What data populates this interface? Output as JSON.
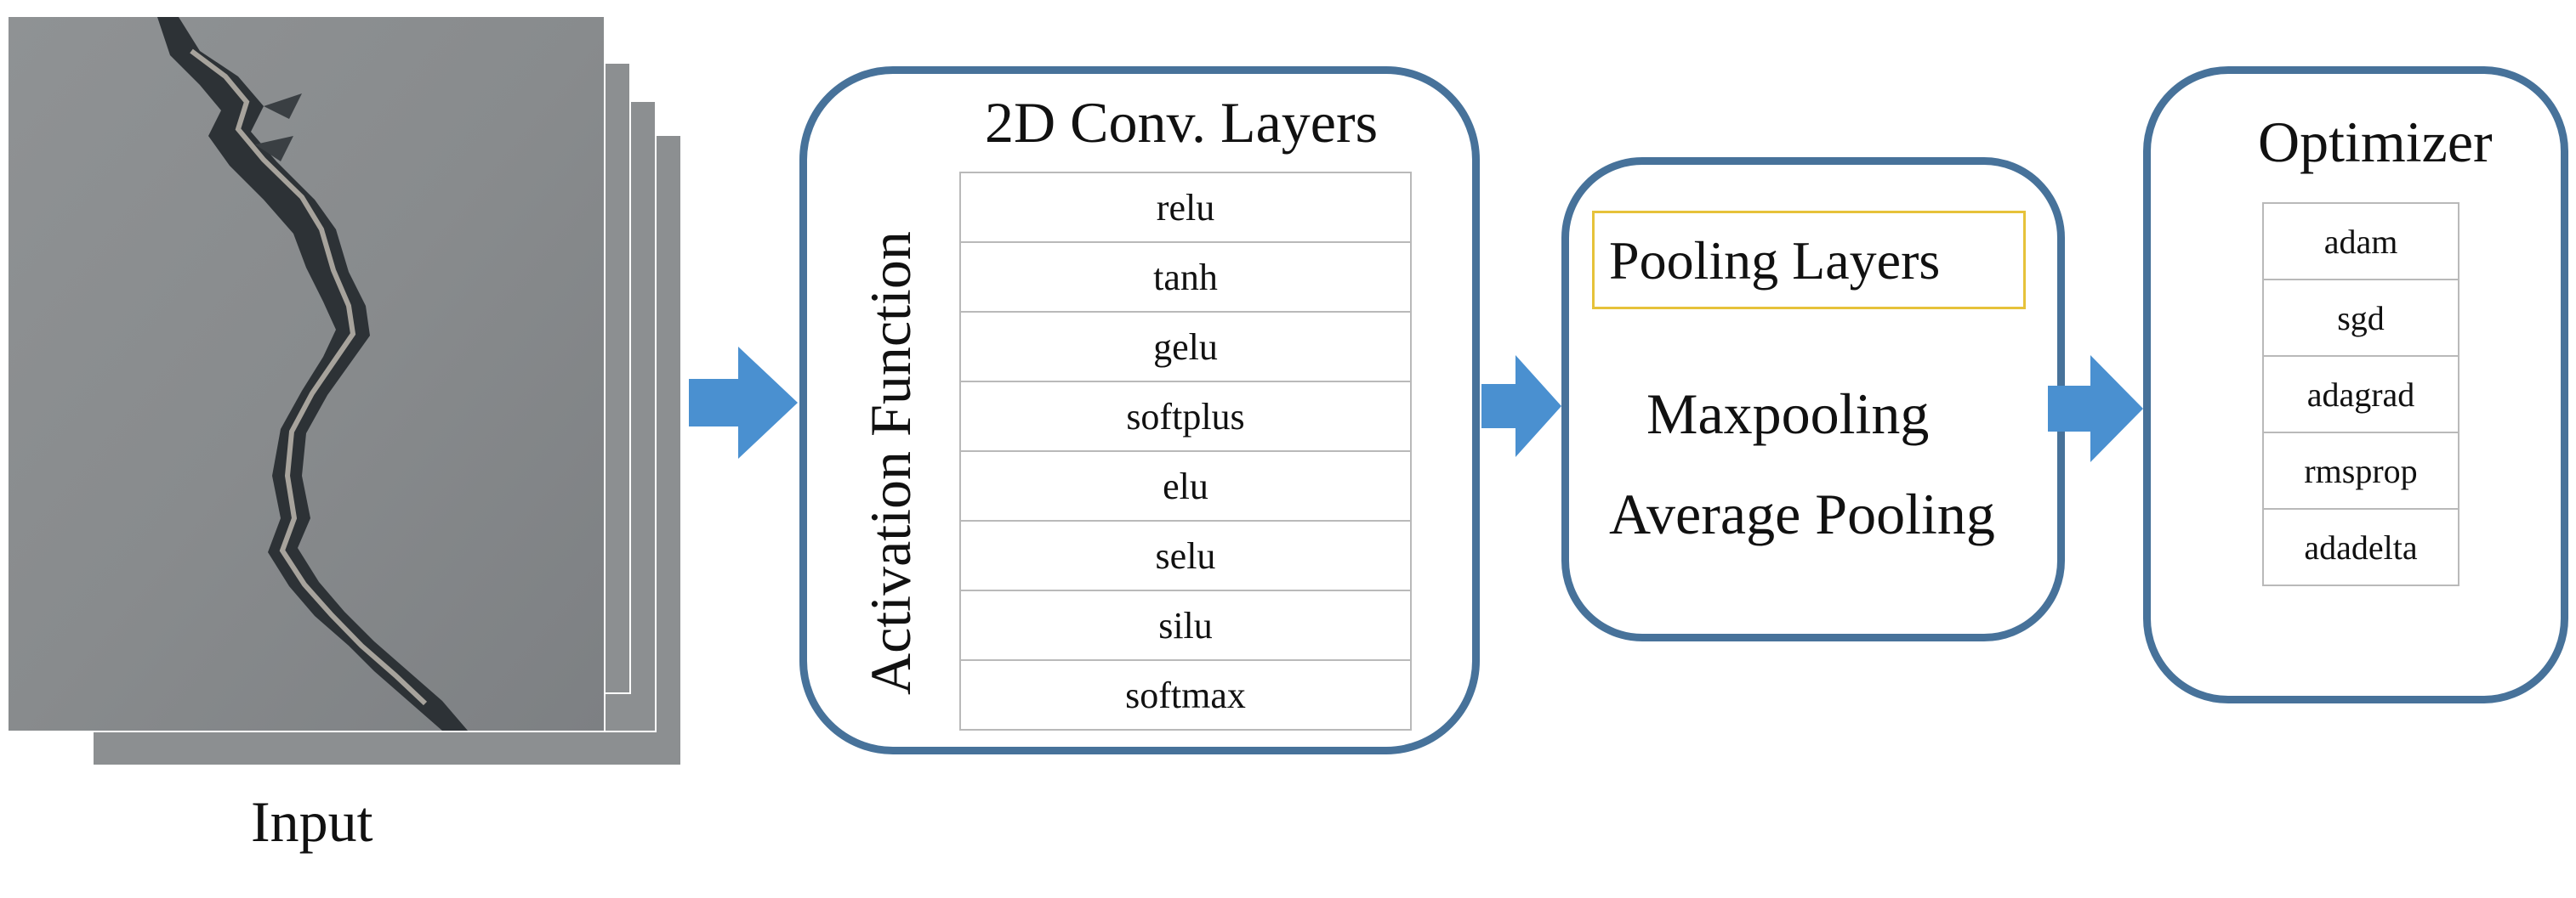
{
  "input": {
    "label": "Input"
  },
  "conv_block": {
    "title": "2D Conv. Layers",
    "side_label": "Activation Function",
    "items": [
      "relu",
      "tanh",
      "gelu",
      "softplus",
      "elu",
      "selu",
      "silu",
      "softmax"
    ]
  },
  "pooling_block": {
    "title": "Pooling Layers",
    "items": [
      "Maxpooling",
      "Average Pooling"
    ]
  },
  "optimizer_block": {
    "title": "Optimizer",
    "items": [
      "adam",
      "sgd",
      "adagrad",
      "rmsprop",
      "adadelta"
    ]
  },
  "colors": {
    "panel_border": "#47729a",
    "arrow_fill": "#4a90d0",
    "pool_title_border": "#e6c23a",
    "table_border": "#b9b9b9"
  },
  "icons": {
    "flow_arrow": "right-arrow-icon"
  }
}
